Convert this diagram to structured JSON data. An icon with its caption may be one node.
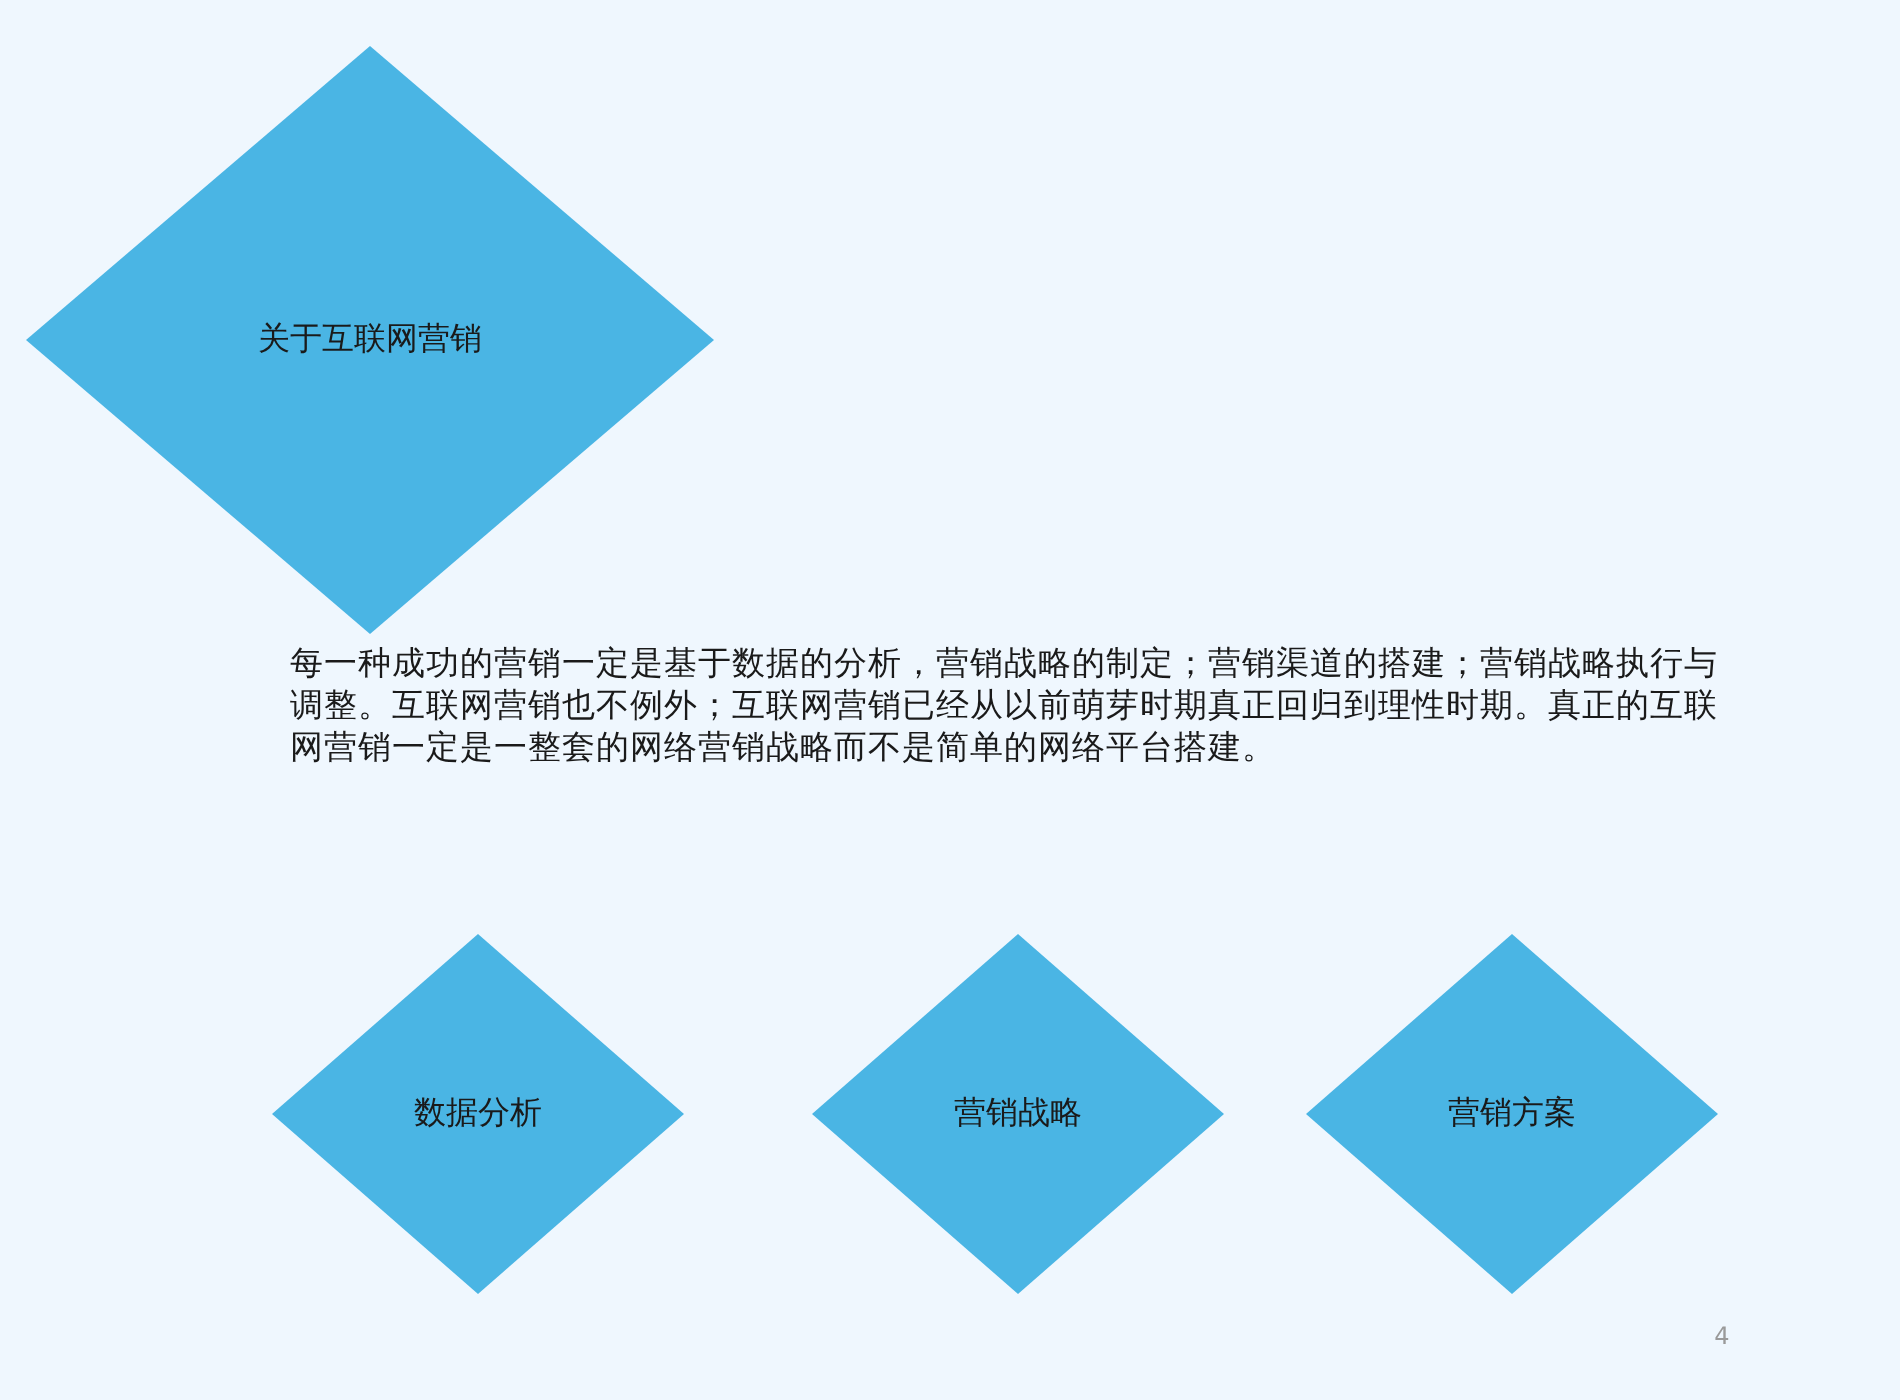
{
  "diagram": {
    "nodes": [
      {
        "text": [
          "关于互联网营销"
        ]
      },
      {
        "text": [
          "数据分析"
        ]
      },
      {
        "text": [
          "营销战略"
        ]
      },
      {
        "text": [
          "营销方案"
        ]
      }
    ],
    "labels": [
      "每一种成功的营销一定是基于数据的分析，营销战略的制定；营销渠道的搭建；营销战略执行与调整。互联网营销也不例外；互联网营销已经从以前萌芽时期真正回归到理性时期。真正的互联网营销一定是一整套的网络营销战略而不是简单的网络平台搭建。",
      "4"
    ]
  }
}
